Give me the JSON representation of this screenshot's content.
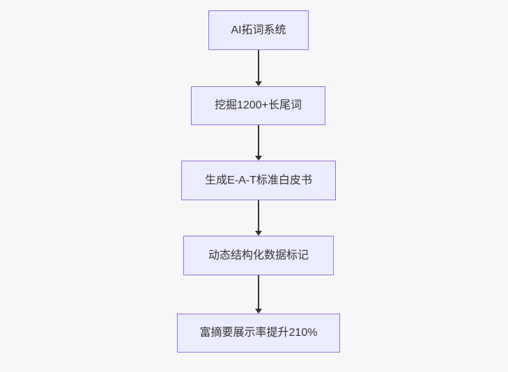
{
  "diagram": {
    "type": "flowchart",
    "direction": "top-down",
    "nodes": [
      {
        "label": "AI拓词系统"
      },
      {
        "label": "挖掘1200+长尾词"
      },
      {
        "label": "生成E-A-T标准白皮书"
      },
      {
        "label": "动态结构化数据标记"
      },
      {
        "label": "富摘要展示率提升210%"
      }
    ],
    "edges": [
      {
        "from": 0,
        "to": 1
      },
      {
        "from": 1,
        "to": 2
      },
      {
        "from": 2,
        "to": 3
      },
      {
        "from": 3,
        "to": 4
      }
    ],
    "colors": {
      "background": "#f7f7f7",
      "node_fill": "#ececff",
      "node_border": "#9370db",
      "arrow": "#333333",
      "text": "#333333"
    }
  }
}
